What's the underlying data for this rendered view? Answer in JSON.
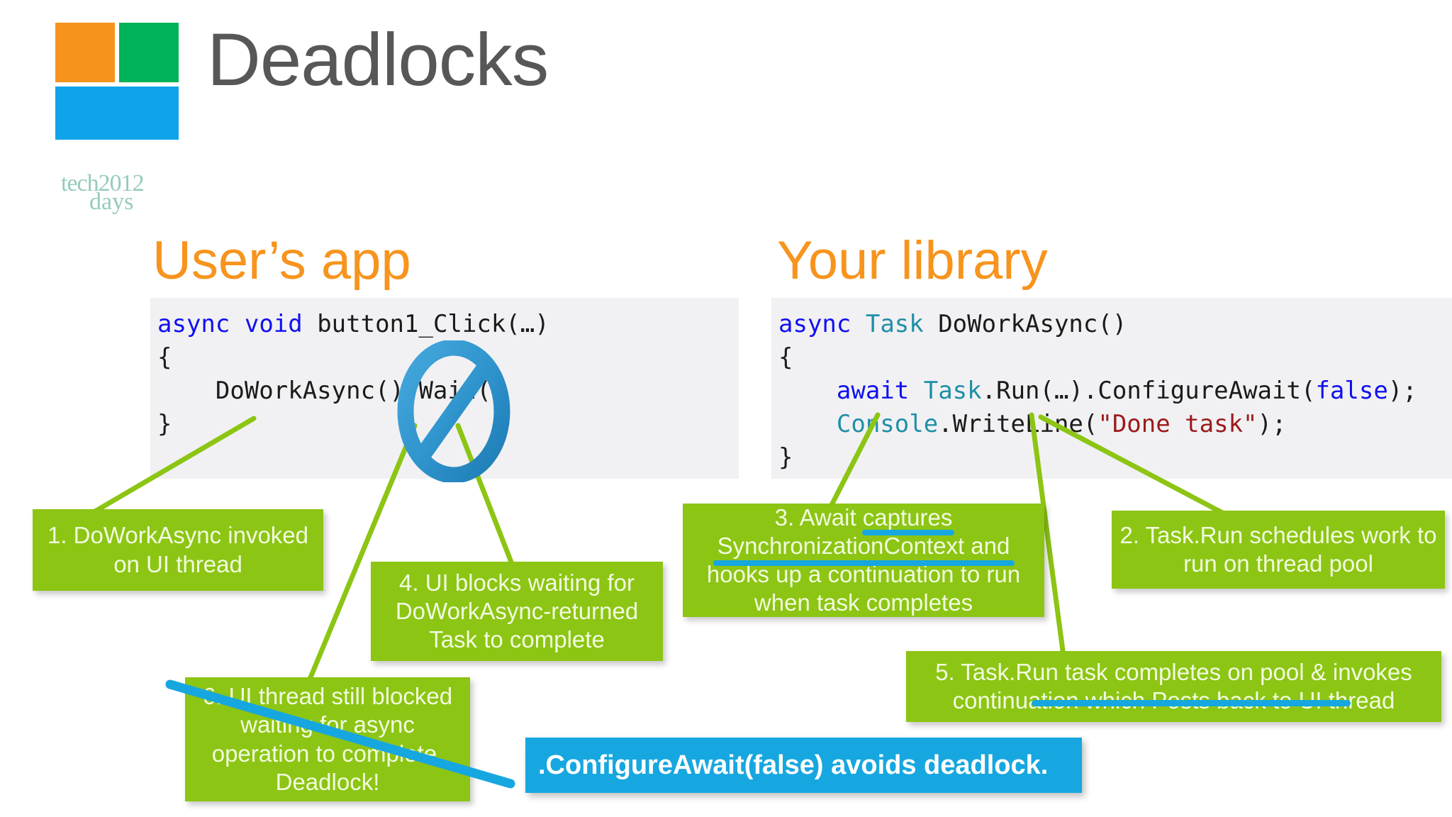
{
  "slide": {
    "title": "Deadlocks",
    "background_color": "#ffffff"
  },
  "logo": {
    "name": "tech-days-logo",
    "line1": "tech",
    "year": "2012",
    "line2": "days",
    "colors": {
      "orange": "#F6921E",
      "green": "#00B259",
      "blue": "#0FA4E9",
      "text": "#7FBFAF"
    }
  },
  "columns": {
    "left": {
      "heading": "User’s app",
      "heading_color": "#F7941E",
      "code": {
        "line1": {
          "kw1": "async",
          "kw2": "void",
          "rest": " button1_Click(…)"
        },
        "line2": "{",
        "line3": "    DoWorkAsync().Wait()",
        "line4": "}"
      }
    },
    "right": {
      "heading": "Your library",
      "heading_color": "#F7941E",
      "code": {
        "line1": {
          "kw1": "async",
          "typ1": "Task",
          "rest": " DoWorkAsync()"
        },
        "line2": "{",
        "line3": {
          "kw": "await",
          "typ": "Task",
          "mid": ".Run(…).ConfigureAwait(",
          "kw2": "false",
          "end": ");"
        },
        "line4": {
          "typ": "Console",
          "mid": ".WriteLine(",
          "str": "\"Done task\"",
          "end": ");"
        },
        "line5": "}"
      }
    }
  },
  "callouts": [
    {
      "id": "callout-1",
      "number": "1",
      "text": "1. DoWorkAsync invoked on UI thread",
      "color": "#8CC513"
    },
    {
      "id": "callout-2",
      "number": "2",
      "text": "2. Task.Run schedules work to run on thread pool",
      "color": "#8CC513"
    },
    {
      "id": "callout-3",
      "number": "3",
      "text": "3. Await captures SynchronizationContext and hooks up a continuation to run when task completes",
      "color": "#8CC513",
      "struck_portion": "captures SynchronizationContext and"
    },
    {
      "id": "callout-4",
      "number": "4",
      "text": "4. UI blocks waiting for DoWorkAsync-returned Task to complete",
      "color": "#8CC513"
    },
    {
      "id": "callout-5",
      "number": "5",
      "text": "5. Task.Run task completes on pool & invokes continuation which Posts back to UI thread",
      "color": "#8CC513",
      "struck_portion": "which Posts back to UI thread"
    },
    {
      "id": "callout-6",
      "number": "6",
      "text": "6. UI thread still blocked waiting for async operation to complete. Deadlock!",
      "color": "#8CC513",
      "struck": true
    }
  ],
  "banner": {
    "text": ".ConfigureAwait(false) avoids deadlock.",
    "background_color": "#17A7E0",
    "text_color": "#ffffff"
  },
  "annotations": {
    "prohibition_icon": "no-entry-icon",
    "prohibition_color": "#2E92CC",
    "leader_line_color": "#8CC513",
    "strike_color": "#17A7E0"
  }
}
